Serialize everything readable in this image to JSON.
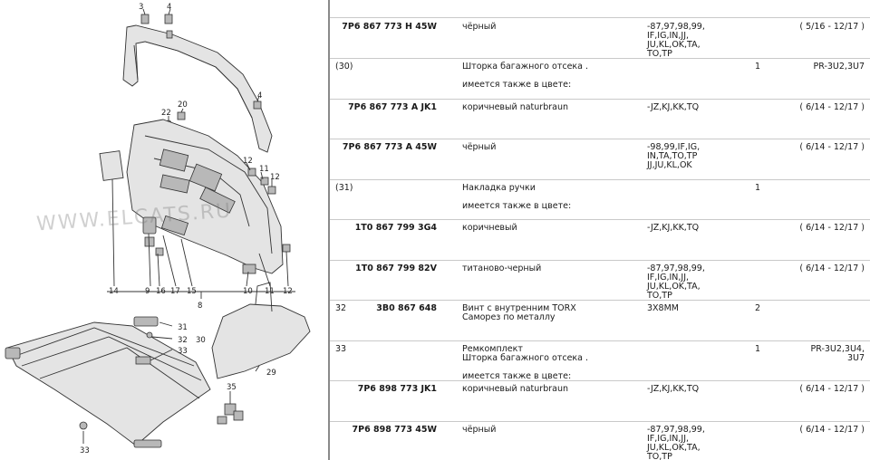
{
  "diagram": {
    "watermark": "WWW.ELCATS.RU",
    "callouts": {
      "n3": "3",
      "n4a": "4",
      "n4b": "4",
      "n20": "20",
      "n22": "22",
      "n12a": "12",
      "n11": "11",
      "n12b": "12",
      "n14": "14",
      "n9": "9",
      "n16": "16",
      "n17": "17",
      "n15": "15",
      "n10": "10",
      "n11b": "11",
      "n12c": "12",
      "n8": "8",
      "n31": "31",
      "n32": "32",
      "n30": "30",
      "n33a": "33",
      "n29": "29",
      "n35": "35",
      "n33b": "33"
    }
  },
  "rows": [
    {
      "pos": "",
      "part": "7P6 867 773 H 45W",
      "desc": "чёрный",
      "variant": "-87,97,98,99,\nIF,IG,IN,JJ,\nJU,KL,OK,TA,\nTO,TP",
      "qty": "",
      "remark": "( 5/16 - 12/17 )"
    },
    {
      "pos": "(30)",
      "part": "",
      "desc": "Шторка багажного отсека .\n\nимеется также в цвете:",
      "variant": "",
      "qty": "1",
      "remark": "PR-3U2,3U7"
    },
    {
      "pos": "",
      "part": "7P6 867 773 A JK1",
      "desc": "коричневый naturbraun",
      "variant": "-JZ,KJ,KK,TQ",
      "qty": "",
      "remark": "( 6/14 - 12/17 )"
    },
    {
      "pos": "",
      "part": "7P6 867 773 A 45W",
      "desc": "чёрный",
      "variant": "-98,99,IF,IG,\nIN,TA,TO,TP\nJJ,JU,KL,OK",
      "qty": "",
      "remark": "( 6/14 - 12/17 )"
    },
    {
      "pos": "(31)",
      "part": "",
      "desc": "Накладка ручки\n\nимеется также в цвете:",
      "variant": "",
      "qty": "1",
      "remark": ""
    },
    {
      "pos": "",
      "part": "1T0 867 799 3G4",
      "desc": "коричневый",
      "variant": "-JZ,KJ,KK,TQ",
      "qty": "",
      "remark": "( 6/14 - 12/17 )"
    },
    {
      "pos": "",
      "part": "1T0 867 799 82V",
      "desc": "титаново-черный",
      "variant": "-87,97,98,99,\nIF,IG,IN,JJ,\nJU,KL,OK,TA,\nTO,TP",
      "qty": "",
      "remark": "( 6/14 - 12/17 )"
    },
    {
      "pos": "32",
      "part": "3B0 867 648",
      "desc": "Винт с внутренним TORX\nСаморез по металлу",
      "variant": "3X8MM",
      "qty": "2",
      "remark": ""
    },
    {
      "pos": "33",
      "part": "",
      "desc": "Ремкомплект\nШторка багажного отсека .\n\nимеется также в цвете:",
      "variant": "",
      "qty": "1",
      "remark": "PR-3U2,3U4,\n3U7"
    },
    {
      "pos": "",
      "part": "7P6 898 773 JK1",
      "desc": "коричневый naturbraun",
      "variant": "-JZ,KJ,KK,TQ",
      "qty": "",
      "remark": "( 6/14 - 12/17 )"
    },
    {
      "pos": "",
      "part": "7P6 898 773 45W",
      "desc": "чёрный",
      "variant": "-87,97,98,99,\nIF,IG,IN,JJ,\nJU,KL,OK,TA,\nTO,TP",
      "qty": "",
      "remark": "( 6/14 - 12/17 )"
    }
  ]
}
